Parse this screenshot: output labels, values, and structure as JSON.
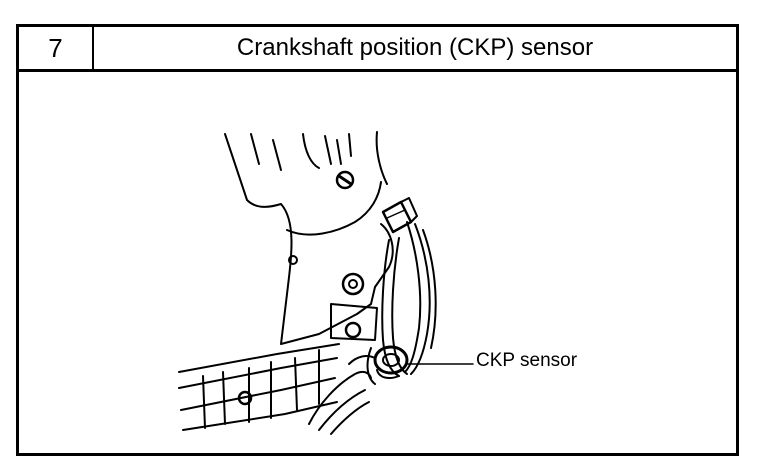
{
  "procedure": {
    "step_number": "7",
    "title": "Crankshaft position (CKP) sensor"
  },
  "figure": {
    "callout_label": "CKP sensor"
  }
}
